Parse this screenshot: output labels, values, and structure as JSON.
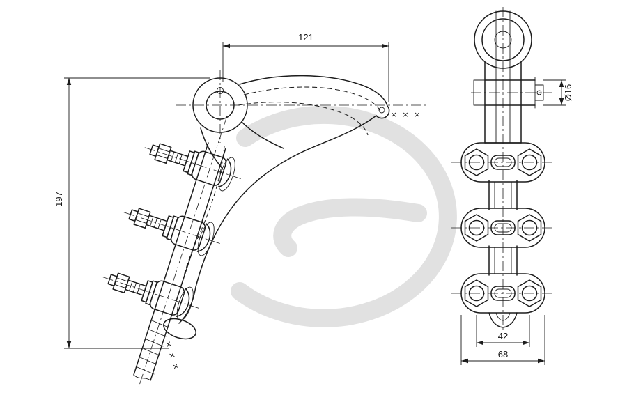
{
  "dimensions": {
    "arm_length": "121",
    "overall_height": "197",
    "pin_diameter": "Ø16",
    "bolt_spacing": "42",
    "yoke_width": "68"
  },
  "marks": {
    "tip_marks": "× × ×",
    "cable_marks": "× × ×"
  },
  "colors": {
    "line": "#1c1c1c",
    "watermark": "#c9c9c9",
    "background": "#ffffff"
  }
}
